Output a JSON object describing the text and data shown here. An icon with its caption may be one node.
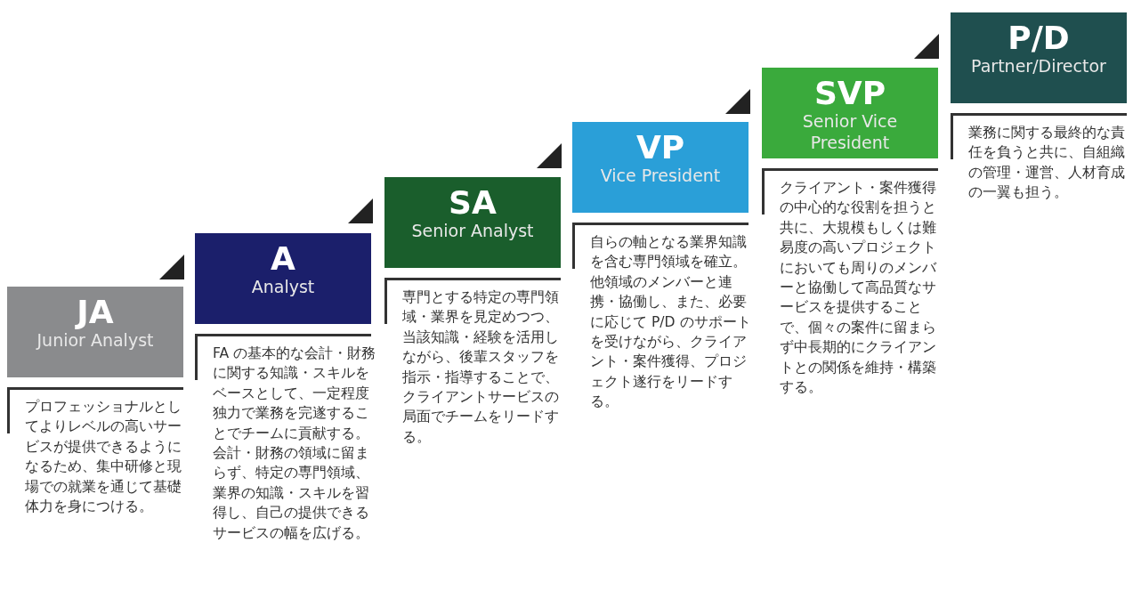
{
  "diagram": {
    "nodes": [
      {
        "text": [
          "JA",
          "Junior Analyst"
        ],
        "beside": [
          "プロフェッショナルとしてよりレベルの高いサービスが提供できるようになるため、集中研修と現場での就業を通じて基礎体力を身につける。"
        ]
      },
      {
        "text": [
          "A",
          "Analyst"
        ],
        "beside": [
          "FA の基本的な会計・財務に関する知識・スキルをベースとして、一定程度独力で業務を完遂することでチームに貢献する。会計・財務の領域に留まらず、特定の専門領域、業界の知識・スキルを習得し、自己の提供できるサービスの幅を広げる。"
        ]
      },
      {
        "text": [
          "SA",
          "Senior Analyst"
        ],
        "beside": [
          "専門とする特定の専門領域・業界を見定めつつ、当該知識・経験を活用しながら、後輩スタッフを指示・指導することで、クライアントサービスの局面でチームをリードする。"
        ]
      },
      {
        "text": [
          "VP",
          "Vice President"
        ],
        "beside": [
          "自らの軸となる業界知識を含む専門領域を確立。他領域のメンバーと連携・協働し、また、必要に応じて P/D のサポートを受けながら、クライアント・案件獲得、プロジェクト遂行をリードする。"
        ]
      },
      {
        "text": [
          "SVP",
          "Senior Vice President"
        ],
        "beside": [
          "クライアント・案件獲得の中心的な役割を担うと共に、大規模もしくは難易度の高いプロジェクトにおいても周りのメンバーと協働して高品質なサービスを提供することで、個々の案件に留まらず中長期的にクライアントとの関係を維持・構築する。"
        ]
      },
      {
        "text": [
          "P/D",
          "Partner/Director"
        ],
        "beside": [
          "業務に関する最終的な責任を負うと共に、自組織の管理・運営、人材育成の一翼も担う。"
        ]
      }
    ],
    "edges": [
      {
        "from": 1,
        "to": 0,
        "arrow": "to"
      },
      {
        "from": 2,
        "to": 1,
        "arrow": "to"
      },
      {
        "from": 3,
        "to": 2,
        "arrow": "to"
      },
      {
        "from": 4,
        "to": 3,
        "arrow": "to"
      },
      {
        "from": 5,
        "to": 4,
        "arrow": "to"
      }
    ]
  }
}
